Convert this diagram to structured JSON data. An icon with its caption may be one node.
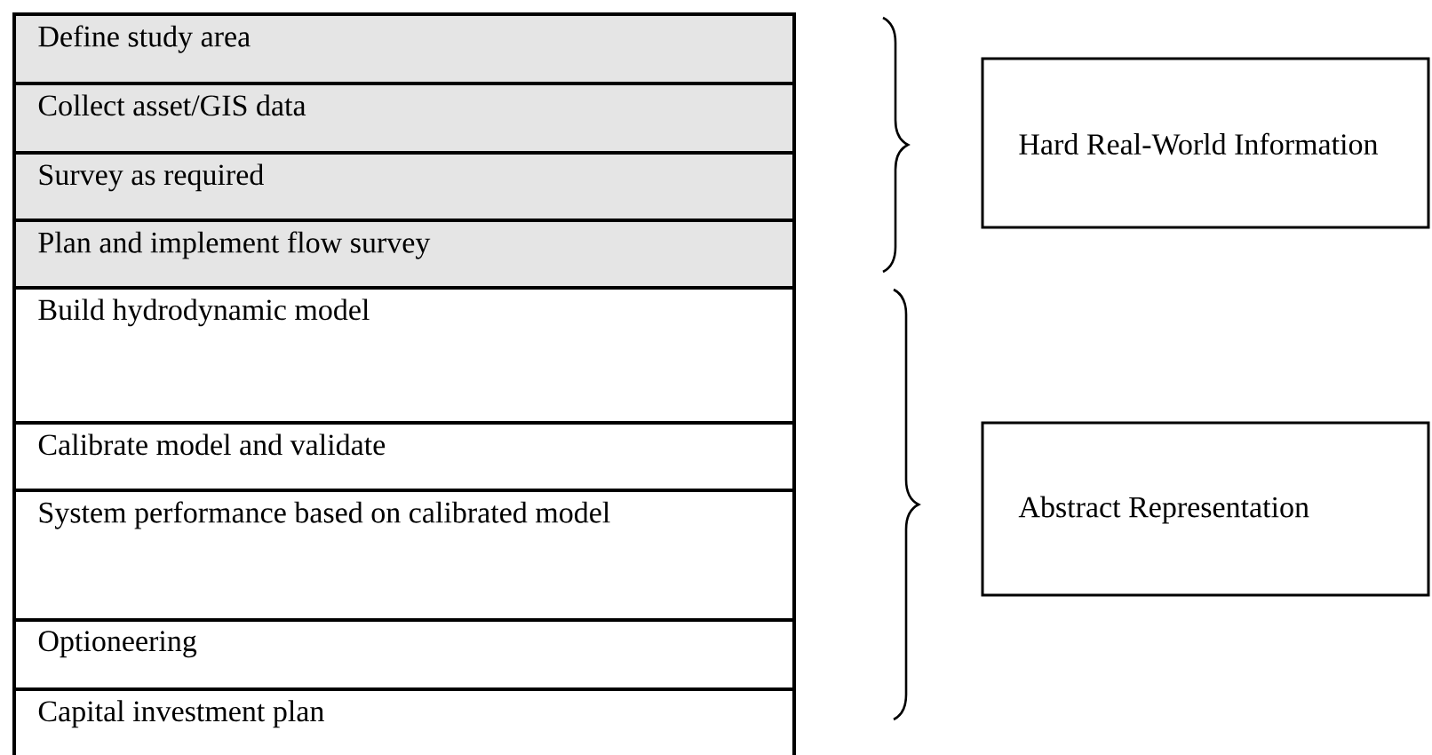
{
  "diagram": {
    "nodes": [
      {
        "text": [
          "Define study area"
        ]
      },
      {
        "text": [
          "Collect asset/GIS data"
        ]
      },
      {
        "text": [
          "Survey as required"
        ]
      },
      {
        "text": [
          "Plan and implement flow survey"
        ]
      },
      {
        "text": [
          "Build hydrodynamic model"
        ]
      },
      {
        "text": [
          "Calibrate model and validate"
        ]
      },
      {
        "text": [
          "System performance based on calibrated model"
        ]
      },
      {
        "text": [
          "Optioneering"
        ]
      },
      {
        "text": [
          "Capital investment plan"
        ]
      },
      {
        "text": [
          "Hard Real-World Information"
        ]
      },
      {
        "text": [
          "Abstract Representation"
        ]
      }
    ]
  }
}
